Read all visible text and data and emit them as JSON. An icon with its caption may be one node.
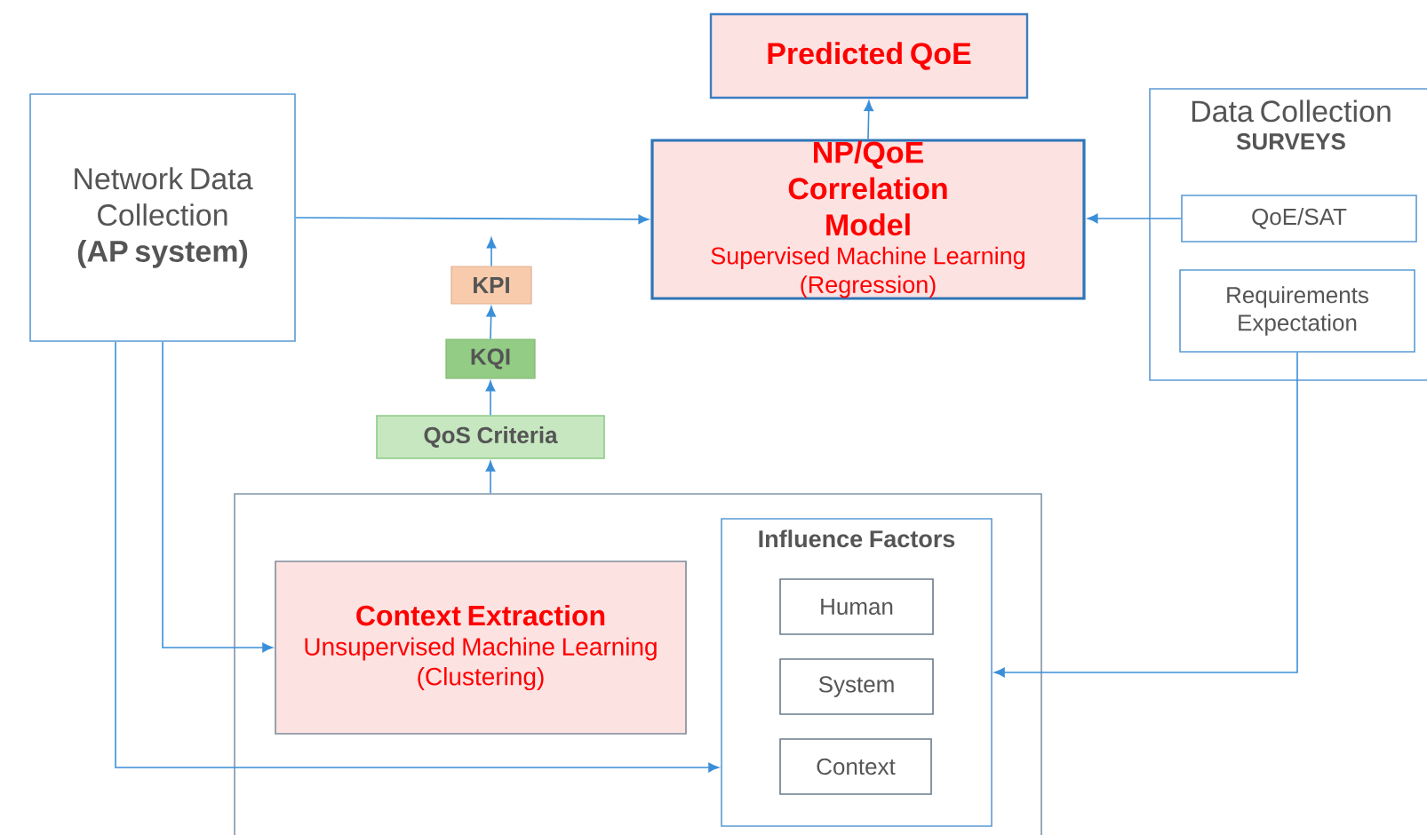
{
  "diagram": {
    "nodes": [
      {
        "text": [
          "Predicted QoE"
        ]
      },
      {
        "text": [
          "Network Data Collection",
          "(AP system)"
        ]
      },
      {
        "text": [
          "NP/QoE Correlation Model",
          "Supervised Machine Learning (Regression)"
        ]
      },
      {
        "text": [
          "Data Collection",
          "SURVEYS"
        ]
      },
      {
        "text": [
          "QoE/SAT"
        ],
        "in": 3
      },
      {
        "text": [
          "Requirements Expectation"
        ],
        "in": 3
      },
      {
        "text": [
          "KPI"
        ]
      },
      {
        "text": [
          "KQI"
        ]
      },
      {
        "text": [
          "QoS Criteria"
        ]
      },
      {
        "text": [],
        "shape": "box"
      },
      {
        "text": [
          "Context Extraction",
          "Unsupervised Machine Learning (Clustering)"
        ],
        "in": 9
      },
      {
        "text": [
          "Influence Factors"
        ],
        "in": 9
      },
      {
        "text": [
          "Human"
        ],
        "in": 11
      },
      {
        "text": [
          "System"
        ],
        "in": 11
      },
      {
        "text": [
          "Context"
        ],
        "in": 11
      }
    ],
    "edges": [
      {
        "from": 1,
        "to": 2,
        "arrow": "to"
      },
      {
        "from": 2,
        "to": 0,
        "arrow": "to"
      },
      {
        "from": 4,
        "to": 2,
        "arrow": "to"
      },
      {
        "from": 6,
        "to": null,
        "arrow": "to"
      },
      {
        "from": 7,
        "to": 6,
        "arrow": "to"
      },
      {
        "from": 8,
        "to": 7,
        "arrow": "to"
      },
      {
        "from": 9,
        "to": 8,
        "arrow": "to"
      },
      {
        "from": 5,
        "to": 11,
        "arrow": "to"
      },
      {
        "from": 1,
        "to": 10,
        "arrow": "to"
      },
      {
        "from": 1,
        "to": 11,
        "arrow": "to"
      }
    ]
  }
}
